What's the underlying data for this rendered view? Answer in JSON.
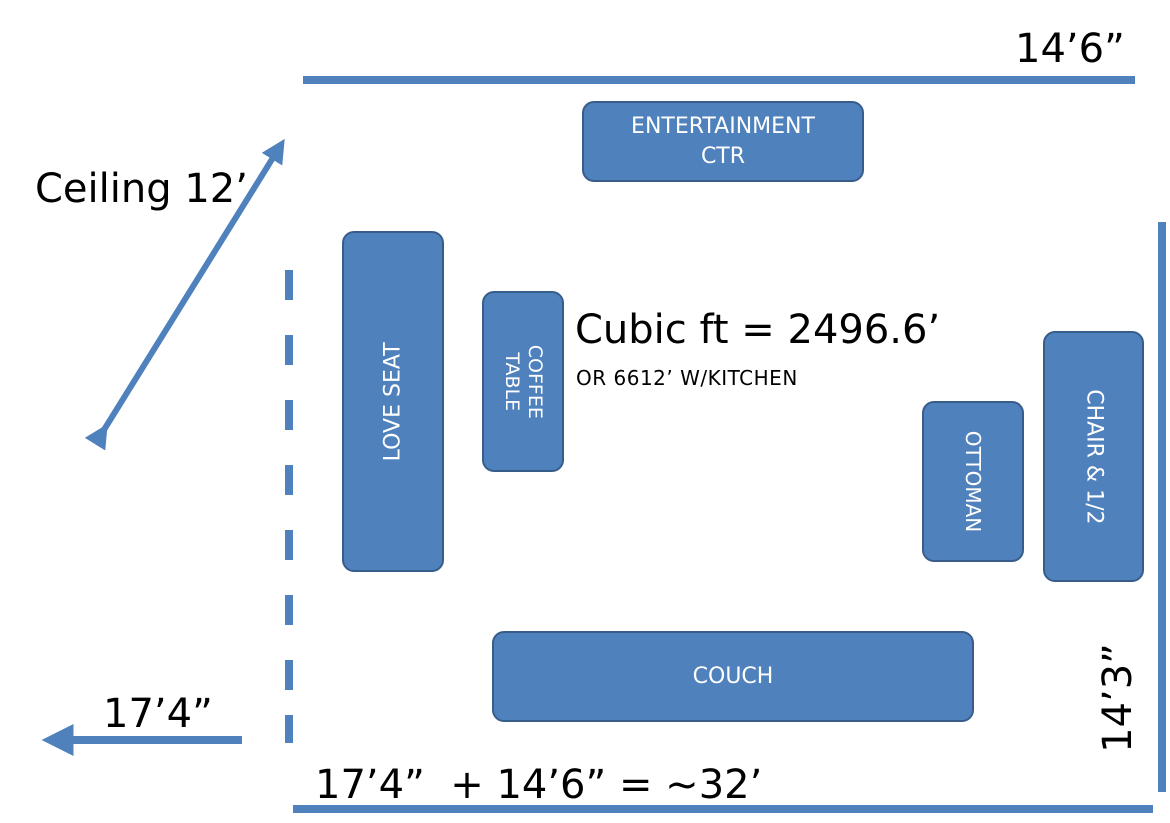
{
  "furniture": {
    "entertainment_ctr": "ENTERTAINMENT\nCTR",
    "love_seat": "LOVE SEAT",
    "coffee_table": "COFFEE\nTABLE",
    "ottoman": "OTTOMAN",
    "chair": "CHAIR & 1/2",
    "couch": "COUCH"
  },
  "dimensions": {
    "top_wall": "14’6”",
    "ceiling": "Ceiling 12’",
    "right_wall": "14’3”",
    "left_opening": "17’4”",
    "sum": "17’4”  + 14’6” = ~32’"
  },
  "volume": {
    "cubic_ft": "Cubic ft = 2496.6’",
    "with_kitchen": "OR 6612’ W/KITCHEN"
  },
  "colors": {
    "fill": "#4f81bd",
    "border": "#385d8a",
    "text_on_fill": "#ffffff"
  }
}
